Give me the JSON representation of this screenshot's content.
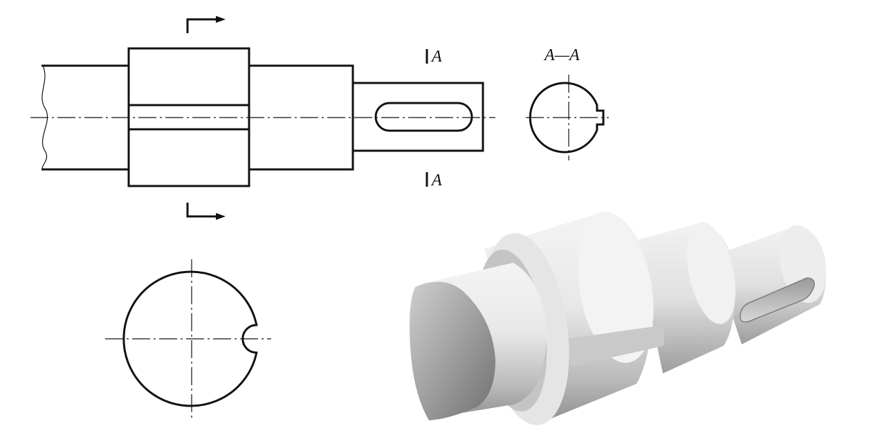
{
  "labels": {
    "section_top": "A",
    "section_bottom": "A",
    "section_view_title": "A—A"
  },
  "colors": {
    "line": "#111111",
    "background": "#ffffff",
    "model_light": "#f2f2f2",
    "model_dark": "#8e8e8e"
  }
}
